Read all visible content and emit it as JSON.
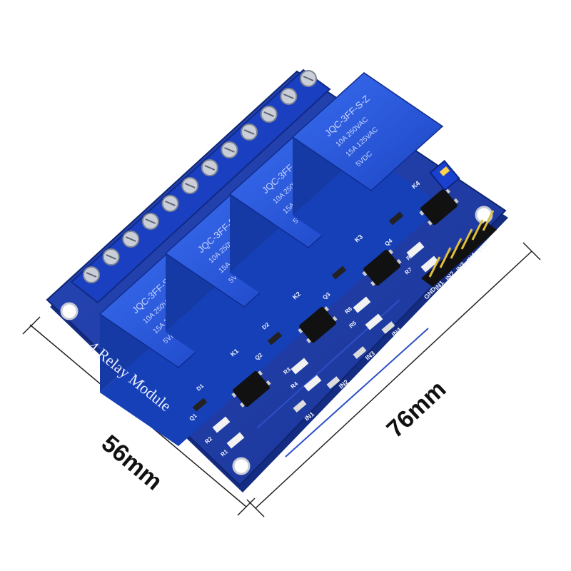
{
  "product": {
    "module_label": "4  Relay Module",
    "relay_markings": {
      "model": "JQC-3FF-S-Z",
      "rating_1": "10A 250VAC",
      "rating_2": "15A 125VAC",
      "coil": "5VDC"
    },
    "header_pins": [
      "GND",
      "IN1",
      "IN2",
      "IN3",
      "IN4",
      "VCC"
    ],
    "led_labels": [
      "IN1",
      "IN2",
      "IN3",
      "IN4"
    ],
    "relay_refs": [
      "K1",
      "K2",
      "K3",
      "K4"
    ],
    "component_refs": [
      "D1",
      "D2",
      "Q1",
      "Q2",
      "Q3",
      "Q4",
      "R1",
      "R2",
      "R3",
      "R4",
      "R5",
      "R6",
      "R7",
      "R8"
    ]
  },
  "dimensions": {
    "width": "56mm",
    "length": "76mm"
  },
  "colors": {
    "pcb": "#1f3fae",
    "pcb_edge": "#142c82",
    "relay": "#1e4fd8",
    "relay_dark": "#12338f",
    "terminal": "#1a3fc0",
    "dimension_line": "#222222"
  }
}
